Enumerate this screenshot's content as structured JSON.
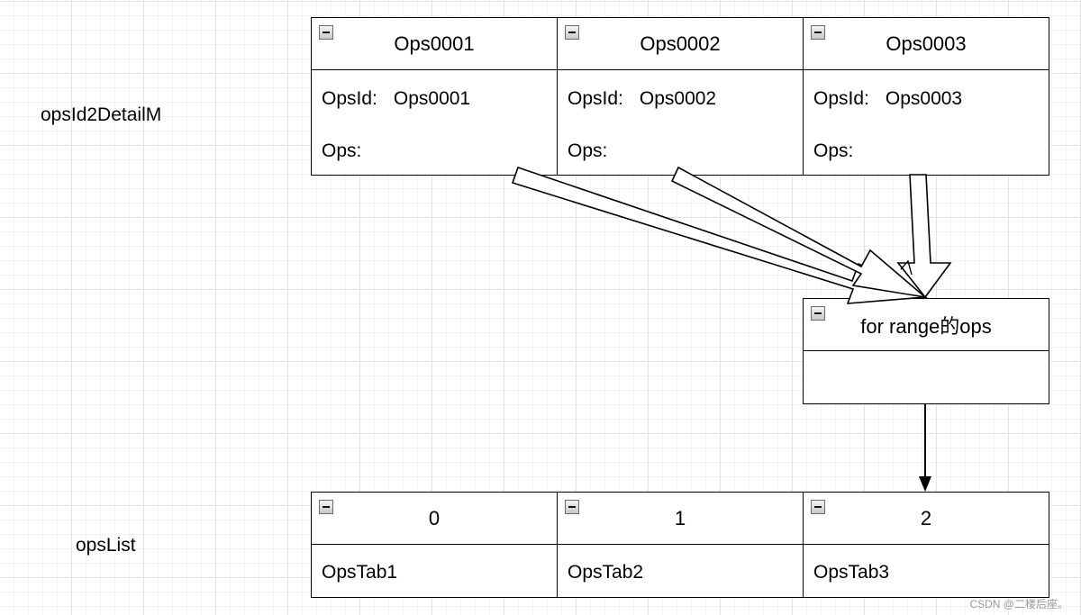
{
  "labels": {
    "detail_map": "opsId2DetailM",
    "list": "opsList"
  },
  "detail_boxes": [
    {
      "title": "Ops0001",
      "id_label": "OpsId:",
      "id_value": "Ops0001",
      "ops_label": "Ops:"
    },
    {
      "title": "Ops0002",
      "id_label": "OpsId:",
      "id_value": "Ops0002",
      "ops_label": "Ops:"
    },
    {
      "title": "Ops0003",
      "id_label": "OpsId:",
      "id_value": "Ops0003",
      "ops_label": "Ops:"
    }
  ],
  "range_box": {
    "title": "for range的ops"
  },
  "list_boxes": [
    {
      "index": "0",
      "value": "OpsTab1"
    },
    {
      "index": "1",
      "value": "OpsTab2"
    },
    {
      "index": "2",
      "value": "OpsTab3"
    }
  ],
  "watermark": "CSDN @二楼后座。"
}
